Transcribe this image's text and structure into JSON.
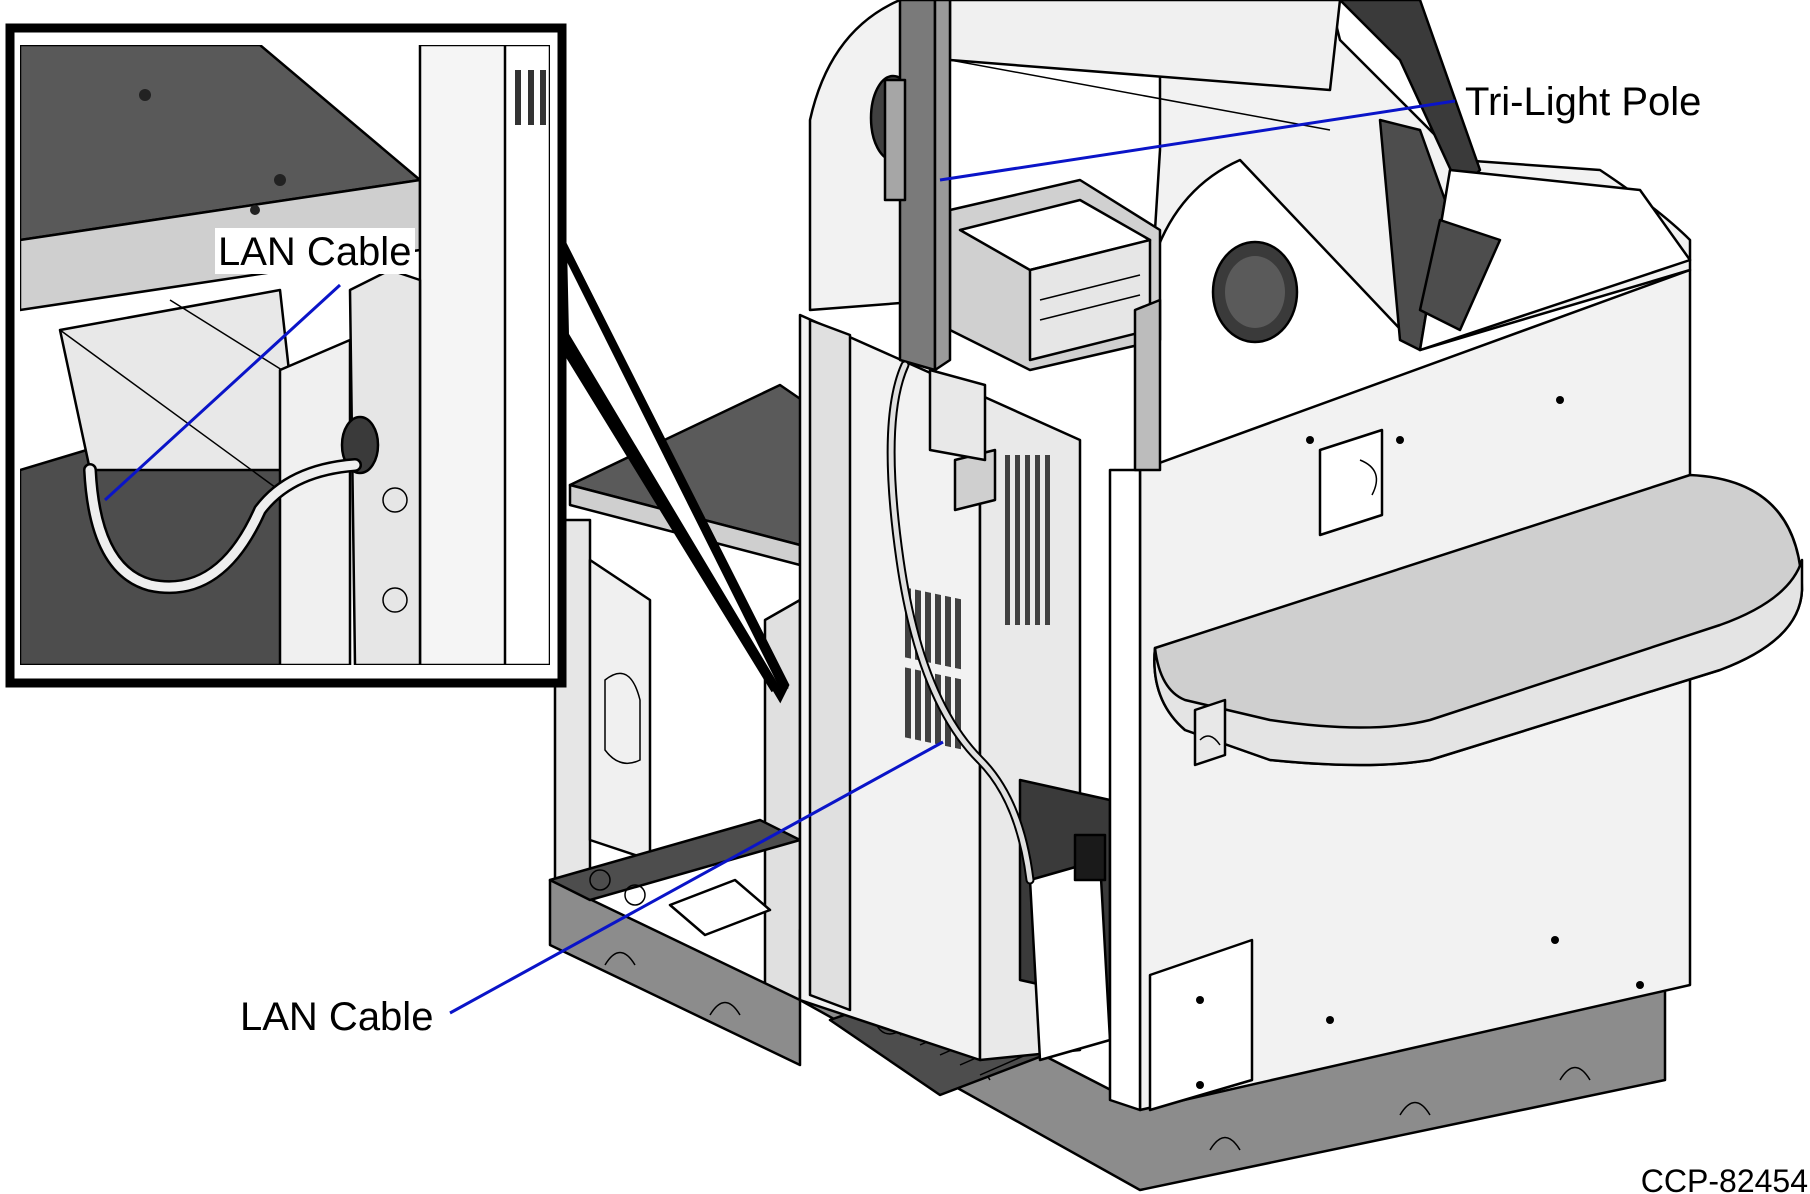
{
  "labels": {
    "tri_light_pole": "Tri-Light Pole",
    "lan_cable_main": "LAN Cable",
    "lan_cable_inset": "LAN Cable"
  },
  "figure_id": "CCP-82454",
  "colors": {
    "leader_line": "#0a14c8",
    "panel_light": "#f2f2f2",
    "panel_mid": "#d9d9d9",
    "base_gray": "#8c8c8c",
    "dark_surface": "#595959",
    "outline": "#000000"
  }
}
